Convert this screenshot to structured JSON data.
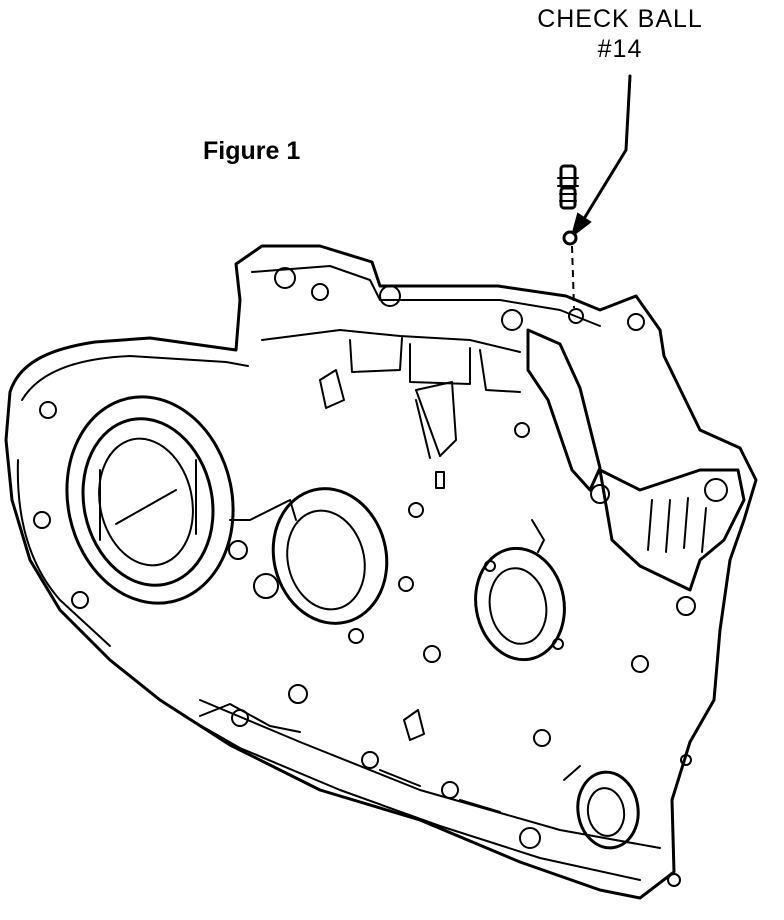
{
  "figure": {
    "title": "Figure 1",
    "callout_line1": "CHECK BALL",
    "callout_line2": "#14"
  }
}
